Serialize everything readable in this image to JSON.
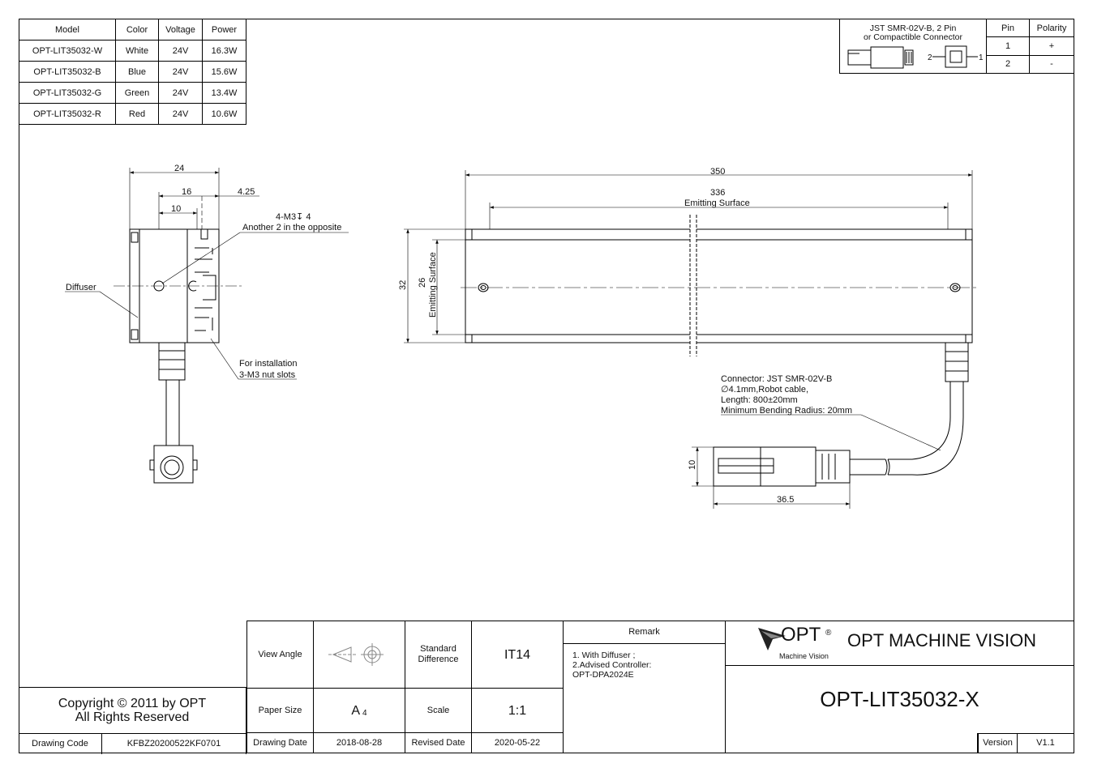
{
  "models_table": {
    "headers": [
      "Model",
      "Color",
      "Voltage",
      "Power"
    ],
    "rows": [
      [
        "OPT-LIT35032-W",
        "White",
        "24V",
        "16.3W"
      ],
      [
        "OPT-LIT35032-B",
        "Blue",
        "24V",
        "15.6W"
      ],
      [
        "OPT-LIT35032-G",
        "Green",
        "24V",
        "13.4W"
      ],
      [
        "OPT-LIT35032-R",
        "Red",
        "24V",
        "10.6W"
      ]
    ]
  },
  "connector_table": {
    "title_line1": "JST SMR-02V-B, 2 Pin",
    "title_line2": "or Compactible Connector",
    "pin_label_2": "2",
    "pin_label_1": "1",
    "headers": [
      "Pin",
      "Polarity"
    ],
    "rows": [
      [
        "1",
        "+"
      ],
      [
        "2",
        "-"
      ]
    ]
  },
  "side_view": {
    "dim_24": "24",
    "dim_16": "16",
    "dim_10": "10",
    "dim_4_25": "4.25",
    "hole_note_line1": "4-M3↧ 4",
    "hole_note_line2": "Another 2 in the opposite",
    "diffuser_label": "Diffuser",
    "install_line1": "For installation",
    "install_line2": "3-M3 nut slots"
  },
  "front_view": {
    "dim_350": "350",
    "dim_336": "336",
    "emitting_surface": "Emitting Surface",
    "dim_32": "32",
    "dim_26": "26",
    "emitting_surface_vertical": "Emitting Surface",
    "cable_note": [
      "Connector: JST SMR-02V-B",
      "∅4.1mm,Robot cable,",
      "Length: 800±20mm",
      "Minimum Bending Radius: 20mm"
    ],
    "dim_10_conn": "10",
    "dim_36_5": "36.5"
  },
  "title_block": {
    "view_angle_label": "View Angle",
    "standard_difference_label": "Standard Difference",
    "standard_difference_value": "IT14",
    "remark_label": "Remark",
    "remark_lines": [
      "1. With Diffuser ;",
      "2.Advised Controller:",
      "OPT-DPA2024E"
    ],
    "logo_text": "OPT",
    "logo_registered": "®",
    "logo_sub": "Machine Vision",
    "company": "OPT MACHINE VISION",
    "product_code": "OPT-LIT35032-X",
    "paper_size_label": "Paper Size",
    "paper_size_value": "A",
    "paper_size_sub": "4",
    "scale_label": "Scale",
    "scale_value": "1:1",
    "drawing_date_label": "Drawing Date",
    "drawing_date_value": "2018-08-28",
    "revised_date_label": "Revised Date",
    "revised_date_value": "2020-05-22",
    "version_label": "Version",
    "version_value": "V1.1",
    "copyright_line1": "Copyright © 2011 by OPT",
    "copyright_line2": "All Rights Reserved",
    "drawing_code_label": "Drawing Code",
    "drawing_code_value": "KFBZ20200522KF0701"
  }
}
